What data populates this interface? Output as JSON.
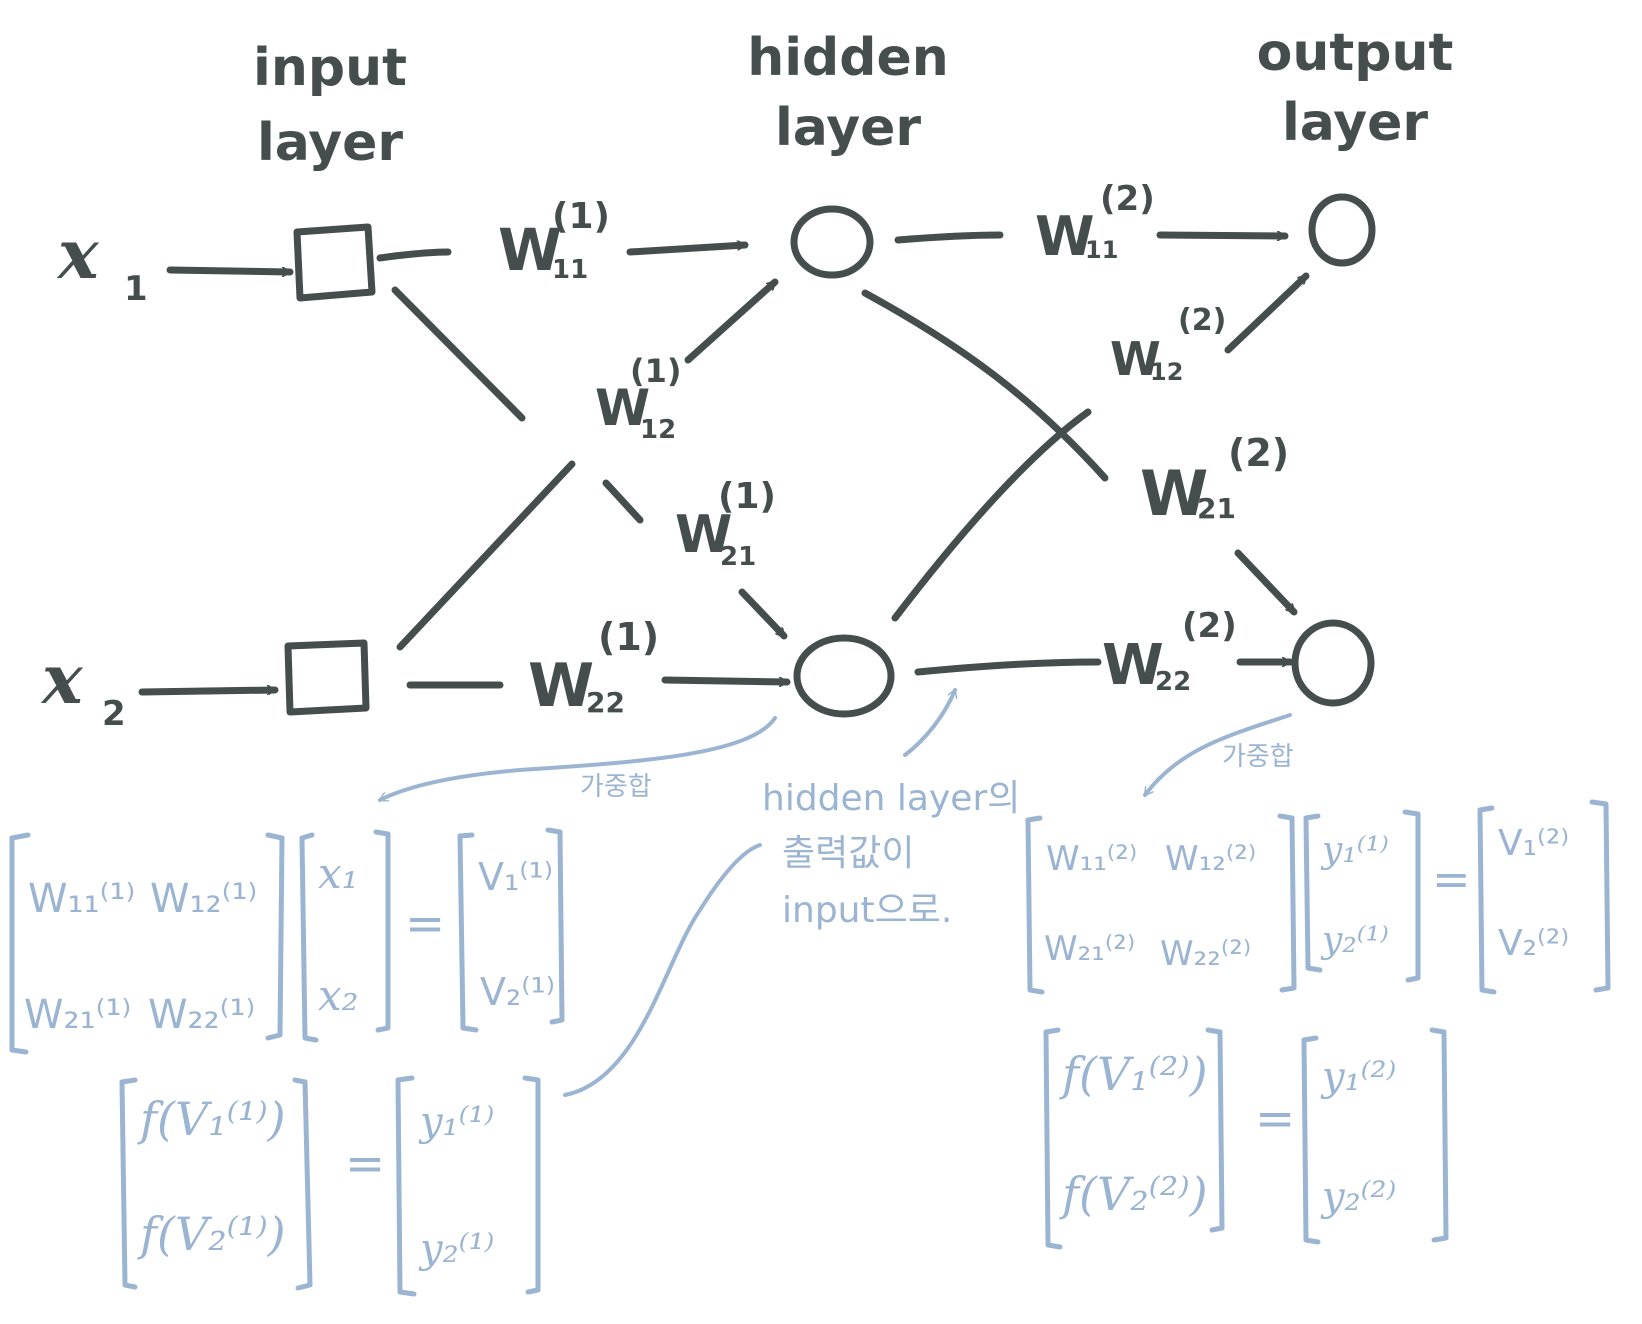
{
  "labels": {
    "input_layer": [
      "input",
      "layer"
    ],
    "hidden_layer": [
      "hidden",
      "layer"
    ],
    "output_layer": [
      "output",
      "layer"
    ]
  },
  "inputs": {
    "x1": {
      "base": "x",
      "sub": "1"
    },
    "x2": {
      "base": "x",
      "sub": "2"
    }
  },
  "weights": {
    "w11_1": {
      "base": "W",
      "sub": "11",
      "sup": "(1)"
    },
    "w12_1": {
      "base": "W",
      "sub": "12",
      "sup": "(1)"
    },
    "w21_1": {
      "base": "W",
      "sub": "21",
      "sup": "(1)"
    },
    "w22_1": {
      "base": "W",
      "sub": "22",
      "sup": "(1)"
    },
    "w11_2": {
      "base": "W",
      "sub": "11",
      "sup": "(2)"
    },
    "w12_2": {
      "base": "W",
      "sub": "12",
      "sup": "(2)"
    },
    "w21_2": {
      "base": "W",
      "sub": "21",
      "sup": "(2)"
    },
    "w22_2": {
      "base": "W",
      "sub": "22",
      "sup": "(2)"
    }
  },
  "notes": {
    "weighted_sum_1": "가중합",
    "weighted_sum_2": "가중합",
    "hidden_note": [
      "hidden layer의",
      "출력값이",
      "input으로."
    ]
  },
  "equations": {
    "eq1": {
      "matrix": [
        [
          "W₁₁⁽¹⁾",
          "W₁₂⁽¹⁾"
        ],
        [
          "W₂₁⁽¹⁾",
          "W₂₂⁽¹⁾"
        ]
      ],
      "vector": [
        "x₁",
        "x₂"
      ],
      "equals": "=",
      "result": [
        "V₁⁽¹⁾",
        "V₂⁽¹⁾"
      ]
    },
    "eq2": {
      "lhs": [
        "f(V₁⁽¹⁾)",
        "f(V₂⁽¹⁾)"
      ],
      "equals": "=",
      "rhs": [
        "y₁⁽¹⁾",
        "y₂⁽¹⁾"
      ]
    },
    "eq3": {
      "matrix": [
        [
          "W₁₁⁽²⁾",
          "W₁₂⁽²⁾"
        ],
        [
          "W₂₁⁽²⁾",
          "W₂₂⁽²⁾"
        ]
      ],
      "vector": [
        "y₁⁽¹⁾",
        "y₂⁽¹⁾"
      ],
      "equals": "=",
      "result": [
        "V₁⁽²⁾",
        "V₂⁽²⁾"
      ]
    },
    "eq4": {
      "lhs": [
        "f(V₁⁽²⁾)",
        "f(V₂⁽²⁾)"
      ],
      "equals": "=",
      "rhs": [
        "y₁⁽²⁾",
        "y₂⁽²⁾"
      ]
    }
  },
  "colors": {
    "ink": "#464e4d",
    "pencil_blue": "#9bb4d2",
    "background": "#ffffff"
  }
}
